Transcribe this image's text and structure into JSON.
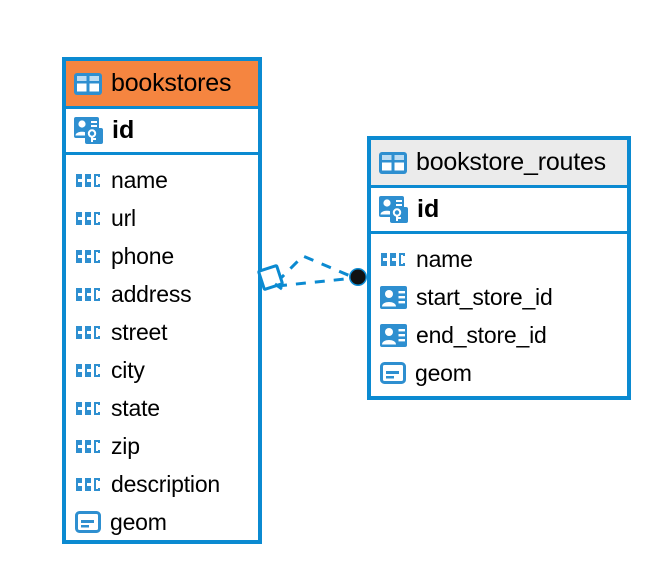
{
  "diagram": {
    "type": "entity-relationship-diagram",
    "colors": {
      "accent_blue": "#0b8ad1",
      "header_highlight_orange": "#f58540",
      "header_plain_gray": "#ebebeb",
      "icon_blue": "#2e8fd0",
      "endpoint_black": "#111111",
      "background": "#ffffff"
    },
    "entities": [
      {
        "name": "bookstores",
        "header_style": "accent",
        "table_icon": "table-icon",
        "primary_key": {
          "label": "id",
          "icon": "primary-key-icon"
        },
        "fields": [
          {
            "label": "name",
            "icon": "text-abc-icon"
          },
          {
            "label": "url",
            "icon": "text-abc-icon"
          },
          {
            "label": "phone",
            "icon": "text-abc-icon"
          },
          {
            "label": "address",
            "icon": "text-abc-icon"
          },
          {
            "label": "street",
            "icon": "text-abc-icon"
          },
          {
            "label": "city",
            "icon": "text-abc-icon"
          },
          {
            "label": "state",
            "icon": "text-abc-icon"
          },
          {
            "label": "zip",
            "icon": "text-abc-icon"
          },
          {
            "label": "description",
            "icon": "text-abc-icon"
          },
          {
            "label": "geom",
            "icon": "geometry-icon"
          }
        ]
      },
      {
        "name": "bookstore_routes",
        "header_style": "plain",
        "table_icon": "table-icon",
        "primary_key": {
          "label": "id",
          "icon": "primary-key-icon"
        },
        "fields": [
          {
            "label": "name",
            "icon": "text-abc-icon"
          },
          {
            "label": "start_store_id",
            "icon": "foreign-key-icon"
          },
          {
            "label": "end_store_id",
            "icon": "foreign-key-icon"
          },
          {
            "label": "geom",
            "icon": "geometry-icon"
          }
        ]
      }
    ],
    "relationship": {
      "style": "dashed",
      "source_marker": "diamond-marker",
      "target_marker": "filled-circle-marker"
    }
  }
}
